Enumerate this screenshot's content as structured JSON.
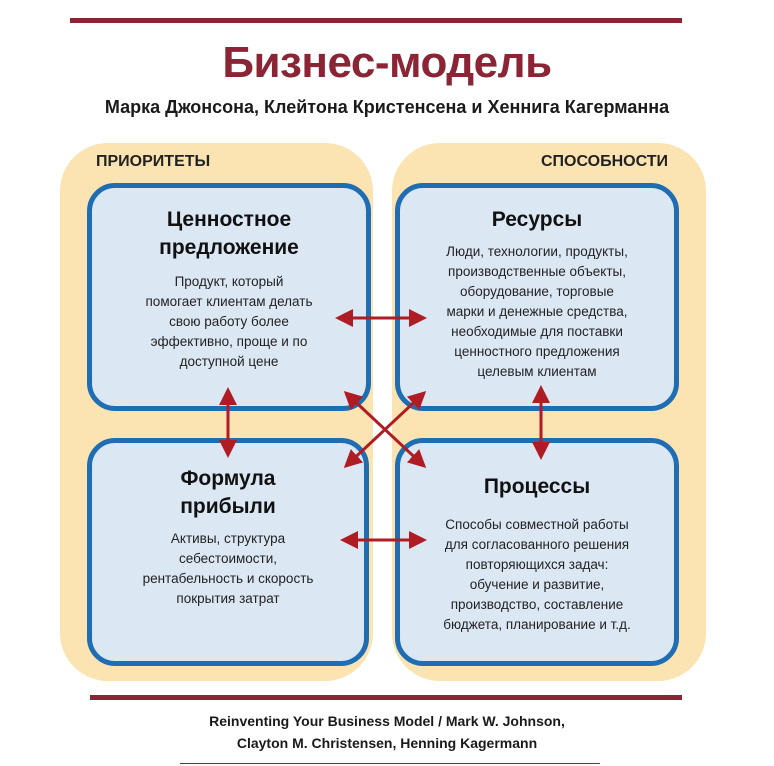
{
  "title": "Бизнес-модель",
  "subtitle": "Марка Джонсона, Клейтона Кристенсена и Хеннига Кагерманна",
  "panels": {
    "left_label": "ПРИОРИТЕТЫ",
    "right_label": "СПОСОБНОСТИ"
  },
  "boxes": {
    "value": {
      "title_1": "Ценностное",
      "title_2": "предложение",
      "text": [
        "Продукт, который",
        "помогает клиентам делать",
        "свою работу более",
        "эффективно, проще и по",
        "доступной цене"
      ]
    },
    "resources": {
      "title_1": "Ресурсы",
      "text": [
        "Люди, технологии, продукты,",
        "производственные объекты,",
        "оборудование, торговые",
        "марки и денежные средства,",
        "необходимые для поставки",
        "ценностного предложения",
        "целевым клиентам"
      ]
    },
    "profit": {
      "title_1": "Формула",
      "title_2": "прибыли",
      "text": [
        "Активы, структура",
        "себестоимости,",
        "рентабельность и скорость",
        "покрытия затрат"
      ]
    },
    "processes": {
      "title_1": "Процессы",
      "text": [
        "Способы совместной работы",
        "для согласованного решения",
        "повторяющихся задач:",
        "обучение и развитие,",
        "производство, составление",
        "бюджета, планирование и т.д."
      ]
    }
  },
  "footer": {
    "line_1": "Reinventing Your Business Model / Mark W. Johnson,",
    "line_2": "Clayton M. Christensen, Henning Kagermann"
  },
  "colors": {
    "accent": "#8b2535",
    "box_border": "#1f6db3",
    "box_fill": "#dce7f4",
    "panel": "#fce3b2",
    "arrow": "#b01c24"
  }
}
